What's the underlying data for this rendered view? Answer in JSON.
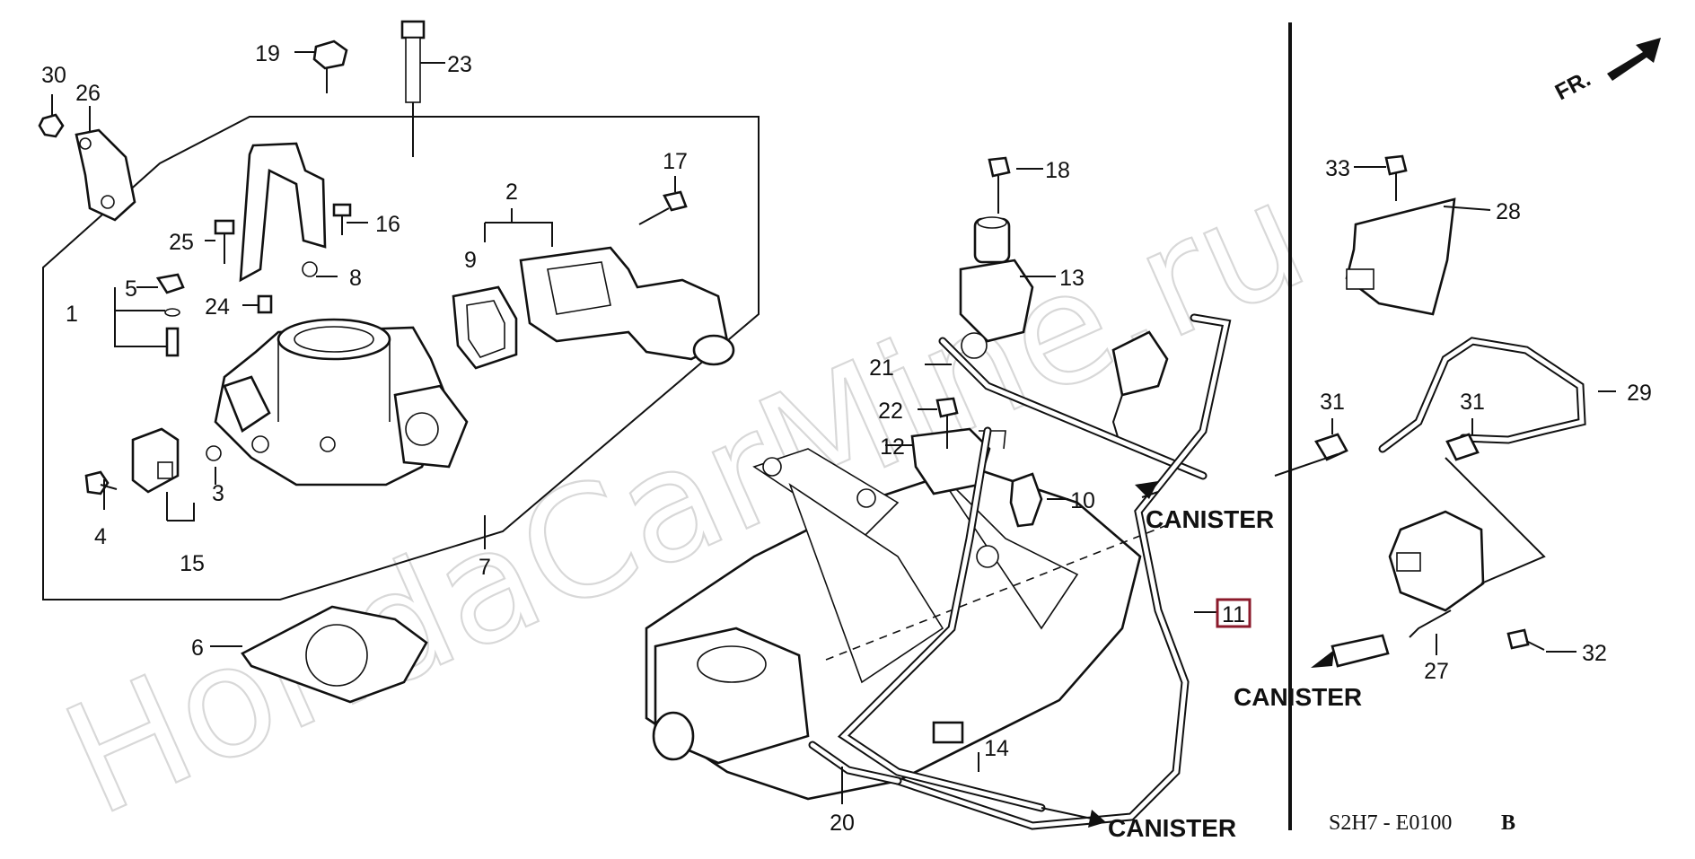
{
  "watermark": "HondaCarMine.ru",
  "direction": "FR.",
  "canister_labels": [
    "CANISTER",
    "CANISTER",
    "CANISTER"
  ],
  "diagram_code": "S2H7 - E0100",
  "diagram_revision": "B",
  "highlighted_part": "11",
  "part_refs": [
    "1",
    "2",
    "3",
    "4",
    "5",
    "6",
    "7",
    "8",
    "9",
    "10",
    "11",
    "12",
    "13",
    "14",
    "15",
    "16",
    "17",
    "18",
    "19",
    "20",
    "21",
    "22",
    "23",
    "24",
    "25",
    "26",
    "27",
    "28",
    "29",
    "30",
    "31",
    "31",
    "32",
    "33"
  ],
  "colors": {
    "highlight_border": "#8b1a2b",
    "line": "#111111",
    "watermark": "#d8d8d8"
  }
}
